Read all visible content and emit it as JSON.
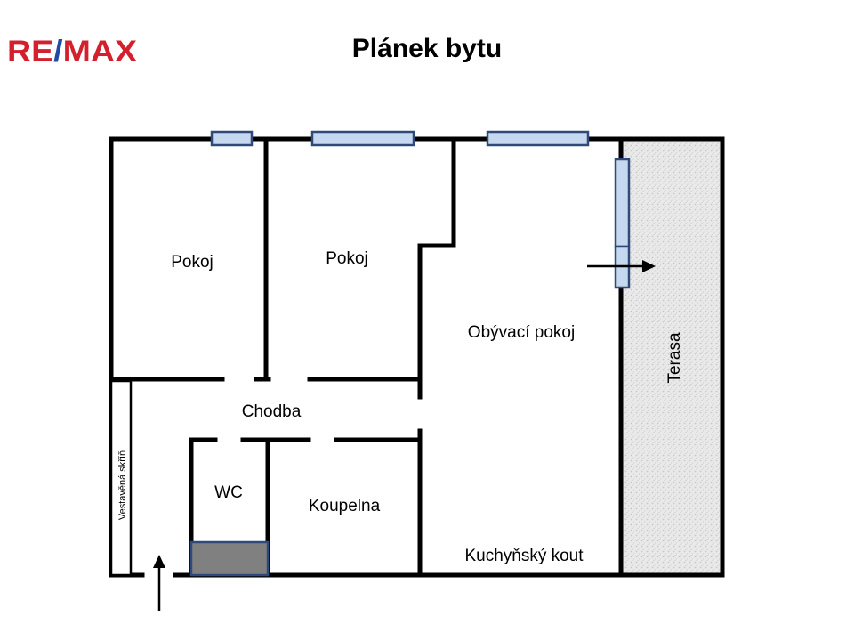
{
  "brand": {
    "logo_text": "RE/MAX",
    "color_red": "#d41f2c",
    "color_blue": "#1f4ba5"
  },
  "header": {
    "title": "Plánek bytu"
  },
  "rooms": {
    "pokoj_1": "Pokoj",
    "pokoj_2": "Pokoj",
    "obyvaci_pokoj": "Obývací pokoj",
    "chodba": "Chodba",
    "wc": "WC",
    "koupelna": "Koupelna",
    "kuchynsky_kout": "Kuchyňský kout",
    "terasa": "Terasa",
    "vestavena_skrin": "Vestavěná skříň"
  },
  "colors": {
    "wall": "#000000",
    "window_fill": "#c6d8f0",
    "window_stroke": "#2f4a7a",
    "terrace_texture": "#e6e6e6",
    "wc_fixture": "#808080"
  }
}
